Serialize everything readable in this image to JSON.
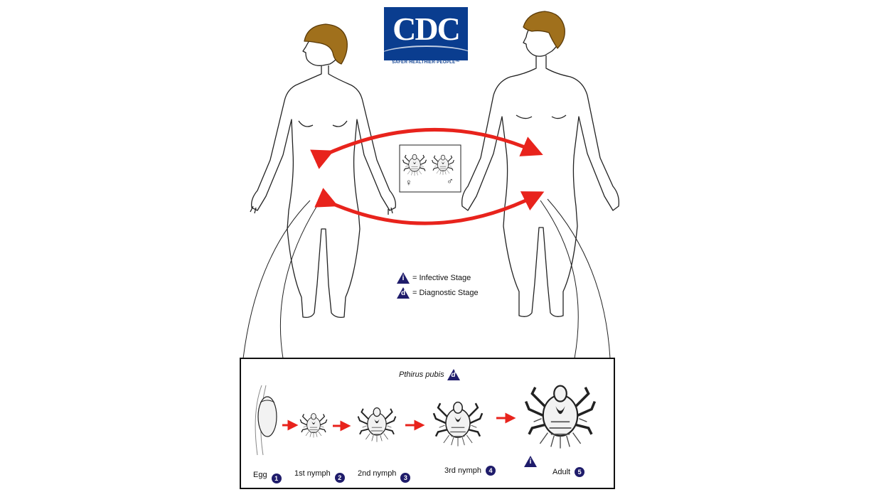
{
  "logo": {
    "text": "CDC",
    "tagline": "SAFER·HEALTHIER·PEOPLE™"
  },
  "legend": {
    "infective": {
      "symbol": "i",
      "label": "= Infective Stage"
    },
    "diagnostic": {
      "symbol": "d",
      "label": "= Diagnostic Stage"
    }
  },
  "inset": {
    "female_symbol": "♀",
    "male_symbol": "♂"
  },
  "lifecycle": {
    "species": "Pthirus pubis",
    "species_marker": "d",
    "adult_marker": "i",
    "stages": [
      {
        "label": "Egg",
        "number": "1"
      },
      {
        "label": "1st nymph",
        "number": "2"
      },
      {
        "label": "2nd nymph",
        "number": "3"
      },
      {
        "label": "3rd nymph",
        "number": "4"
      },
      {
        "label": "Adult",
        "number": "5"
      }
    ]
  },
  "colors": {
    "arrow": "#e8231c",
    "marker": "#1f1c6b",
    "logo": "#0a3d8f",
    "hair": "#a0701c"
  }
}
